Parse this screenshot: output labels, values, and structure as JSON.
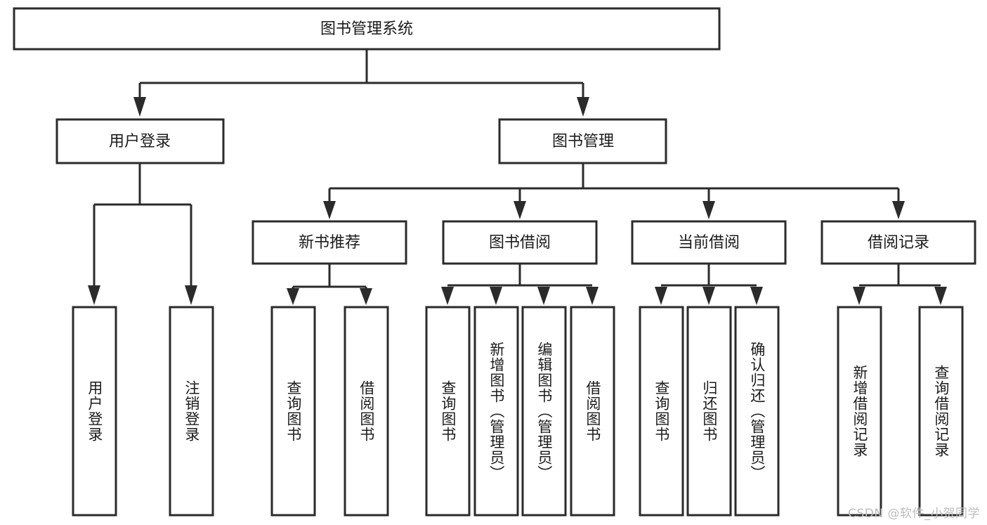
{
  "diagram": {
    "title": "图书管理系统",
    "type": "tree",
    "colors": {
      "box_stroke": "#2b2b2b",
      "box_fill": "#ffffff",
      "text": "#1b1b1b",
      "background": "#ffffff",
      "watermark": "#bdbdbd"
    },
    "root": {
      "label": "图书管理系统"
    },
    "level2": [
      {
        "label": "用户登录"
      },
      {
        "label": "图书管理"
      }
    ],
    "level3": [
      {
        "label": "新书推荐"
      },
      {
        "label": "图书借阅"
      },
      {
        "label": "当前借阅"
      },
      {
        "label": "借阅记录"
      }
    ],
    "leaves": {
      "user_login": [
        {
          "label": "用户登录"
        },
        {
          "label": "注销登录"
        }
      ],
      "new_book_recommend": [
        {
          "label": "查询图书"
        },
        {
          "label": "借阅图书"
        }
      ],
      "book_borrow": [
        {
          "label": "查询图书"
        },
        {
          "label": "新增图书（管理员）"
        },
        {
          "label": "编辑图书（管理员）"
        },
        {
          "label": "借阅图书"
        }
      ],
      "current_borrow": [
        {
          "label": "查询图书"
        },
        {
          "label": "归还图书"
        },
        {
          "label": "确认归还（管理员）"
        }
      ],
      "borrow_record": [
        {
          "label": "新增借阅记录"
        },
        {
          "label": "查询借阅记录"
        }
      ]
    }
  },
  "watermark": {
    "text": "CSDN @软件_小贺同学"
  }
}
